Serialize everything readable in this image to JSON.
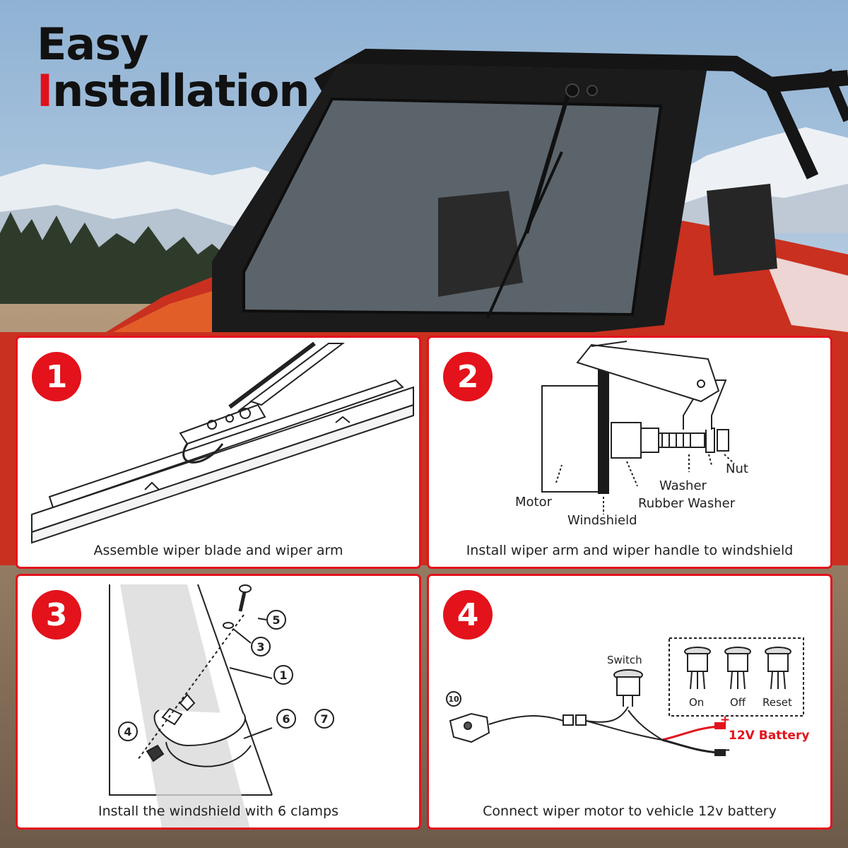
{
  "title": {
    "line1": "Easy",
    "line2_accent": "I",
    "line2_rest": "nstallation"
  },
  "colors": {
    "accent": "#e3121b",
    "text": "#222222"
  },
  "steps": [
    {
      "number": "1",
      "caption": "Assemble wiper blade and wiper arm"
    },
    {
      "number": "2",
      "caption": "Install wiper arm and wiper handle to windshield",
      "labels": {
        "nut": "Nut",
        "washer": "Washer",
        "rubber_washer": "Rubber Washer",
        "motor": "Motor",
        "windshield": "Windshield"
      }
    },
    {
      "number": "3",
      "caption": "Install the windshield with 6 clamps",
      "callouts": [
        "5",
        "3",
        "1",
        "6",
        "7",
        "4"
      ]
    },
    {
      "number": "4",
      "caption": "Connect wiper motor to vehicle 12v battery",
      "labels": {
        "switch": "Switch",
        "on": "On",
        "off": "Off",
        "reset": "Reset",
        "battery": "12V Battery",
        "plus": "+",
        "minus": "−",
        "motor_callout": "10"
      }
    }
  ]
}
